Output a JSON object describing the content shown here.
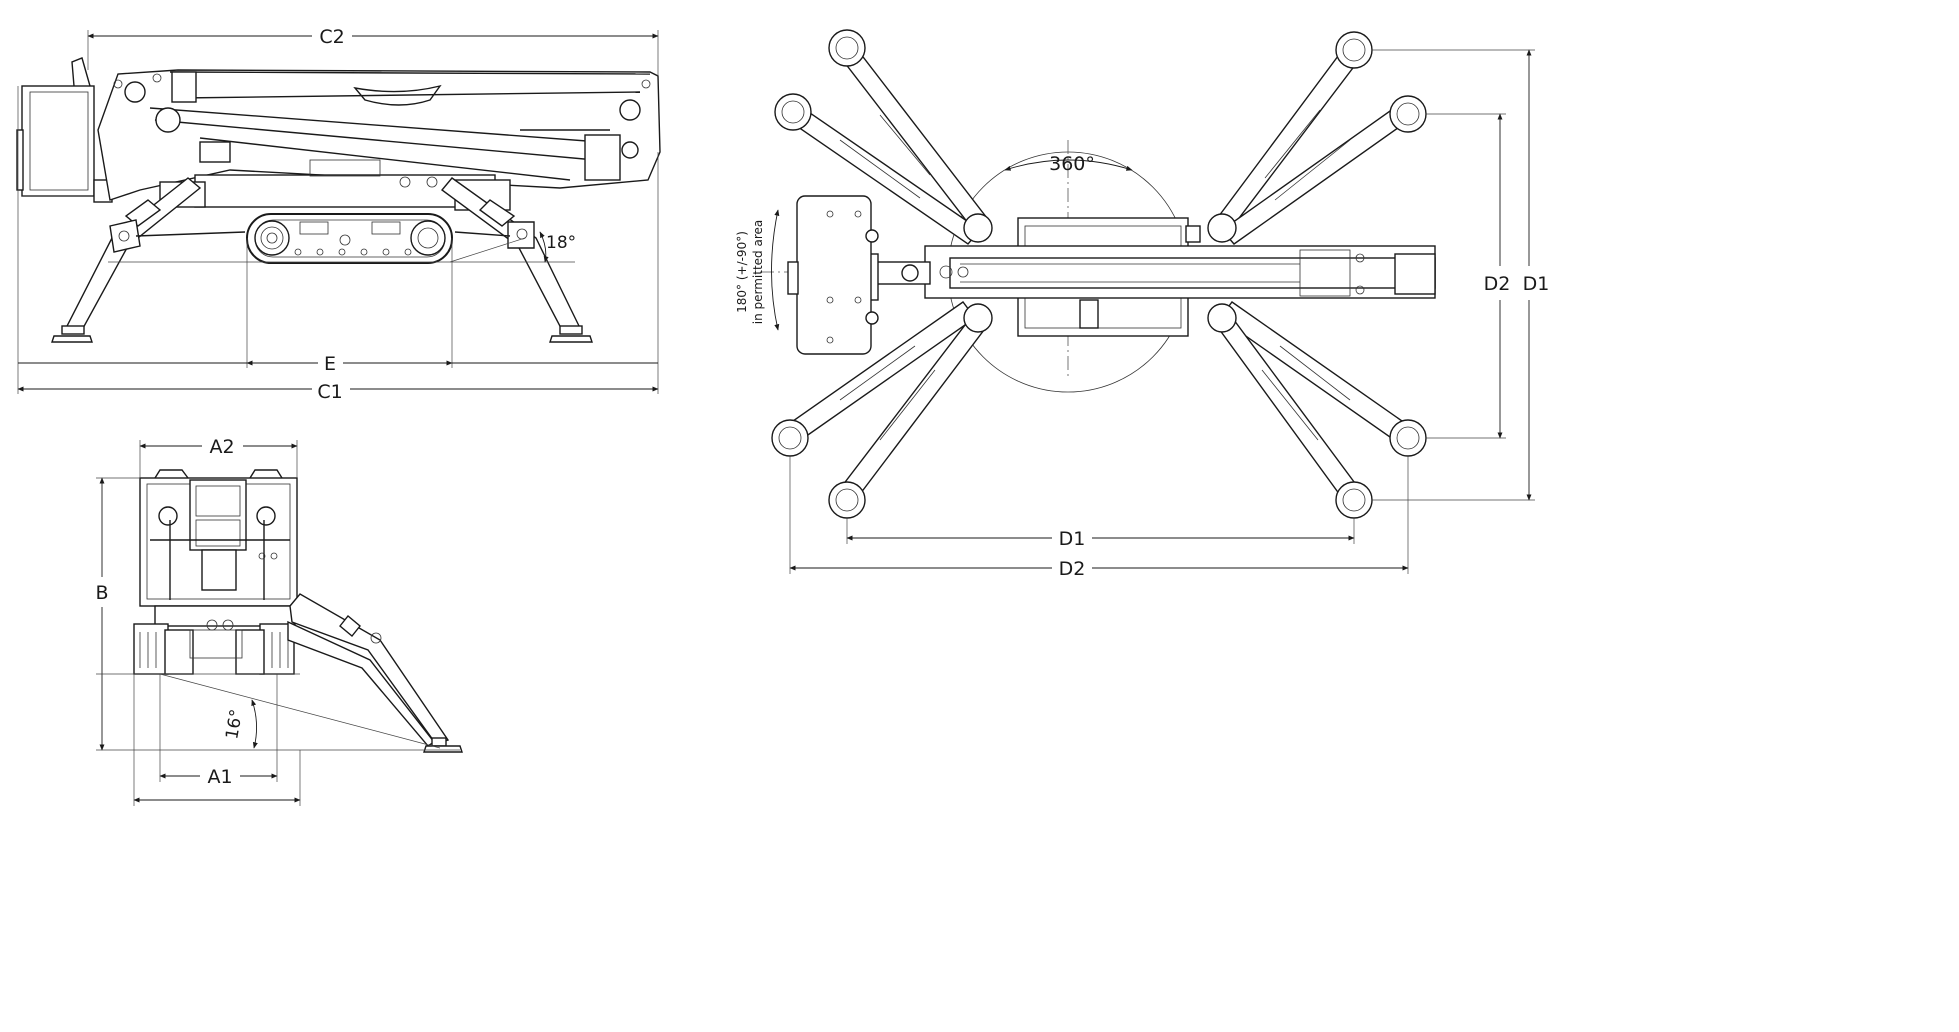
{
  "side_view": {
    "c2": "C2",
    "e": "E",
    "c1": "C1",
    "angle": "18°"
  },
  "front_view": {
    "a2": "A2",
    "b": "B",
    "a1": "A1",
    "angle": "16°"
  },
  "top_view": {
    "rotation": "360°",
    "jib_rotation_line1": "180° (+/-90°)",
    "jib_rotation_line2": "in permitted area",
    "d1_horizontal": "D1",
    "d2_horizontal": "D2",
    "d2_vertical": "D2",
    "d1_vertical": "D1"
  }
}
